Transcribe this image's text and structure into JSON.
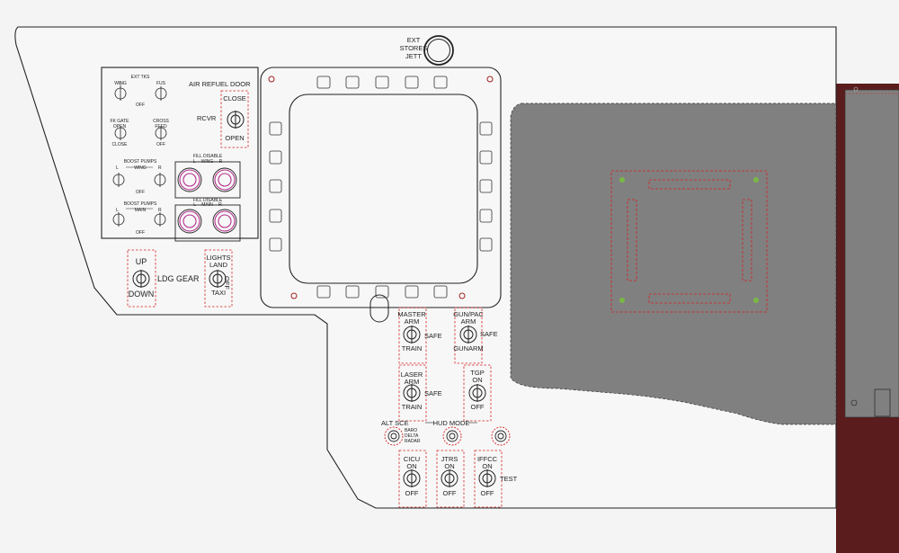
{
  "jettison": {
    "label_line1": "EXT",
    "label_line2": "STORES",
    "label_line3": "JETT"
  },
  "fuel_panel": {
    "ext_tks_title": "EXT TKS",
    "wing_label": "WING",
    "fus_label": "FUS",
    "ext_off": "OFF",
    "fk_gate_line1": "FK GATE",
    "fk_gate_line2": "OPEN",
    "fk_gate_close": "CLOSE",
    "cross_feed_line1": "CROSS",
    "cross_feed_line2": "FEED",
    "cross_feed_off": "OFF",
    "boost_wing_title": "BOOST PUMPS",
    "boost_wing_l": "L",
    "boost_wing_mid": "WING",
    "boost_wing_r": "R",
    "boost_wing_off": "OFF",
    "fill_wing_title": "FILL DISABLE",
    "fill_wing_sub": "L —WING— R",
    "boost_main_title": "BOOST PUMPS",
    "boost_main_l": "L",
    "boost_main_mid": "MAIN",
    "boost_main_r": "R",
    "boost_main_off": "OFF",
    "fill_main_title": "FILL DISABLE",
    "fill_main_sub": "L —MAIN— R"
  },
  "refuel": {
    "title": "AIR REFUEL DOOR",
    "rcvr": "RCVR",
    "close": "CLOSE",
    "open": "OPEN"
  },
  "ldg_gear": {
    "up": "UP",
    "down": "DOWN",
    "label": "LDG GEAR"
  },
  "lights": {
    "lights": "LIGHTS",
    "land": "LAND",
    "taxi": "TAXI",
    "off": "OFF"
  },
  "master_arm": {
    "master": "MASTER",
    "arm": "ARM",
    "train": "TRAIN",
    "safe": "SAFE"
  },
  "gun_pac": {
    "title": "GUN/PAC",
    "arm": "ARM",
    "gunarm": "GUNARM",
    "safe": "SAFE"
  },
  "laser": {
    "laser": "LASER",
    "arm": "ARM",
    "train": "TRAIN",
    "safe": "SAFE"
  },
  "tgp": {
    "tgp": "TGP",
    "on": "ON",
    "off": "OFF"
  },
  "alt_scr": {
    "title": "ALT SCE",
    "baro": "BARO",
    "delta": "DELTA",
    "radar": "RADAR"
  },
  "hud_mode": {
    "title": "HUD MODE"
  },
  "cicu": {
    "name": "CICU",
    "on": "ON",
    "off": "OFF"
  },
  "jtrs": {
    "name": "JTRS",
    "on": "ON",
    "off": "OFF"
  },
  "iffcc": {
    "name": "IFFCC",
    "on": "ON",
    "off": "OFF",
    "test": "TEST"
  },
  "colors": {
    "panel_bg": "#f4f4f4",
    "display_gray": "#7f7f7f",
    "maroon": "#5a1c1c",
    "guide_red": "#d42020",
    "knob_magenta": "#b4318f",
    "bolt_green": "#7ab845"
  }
}
